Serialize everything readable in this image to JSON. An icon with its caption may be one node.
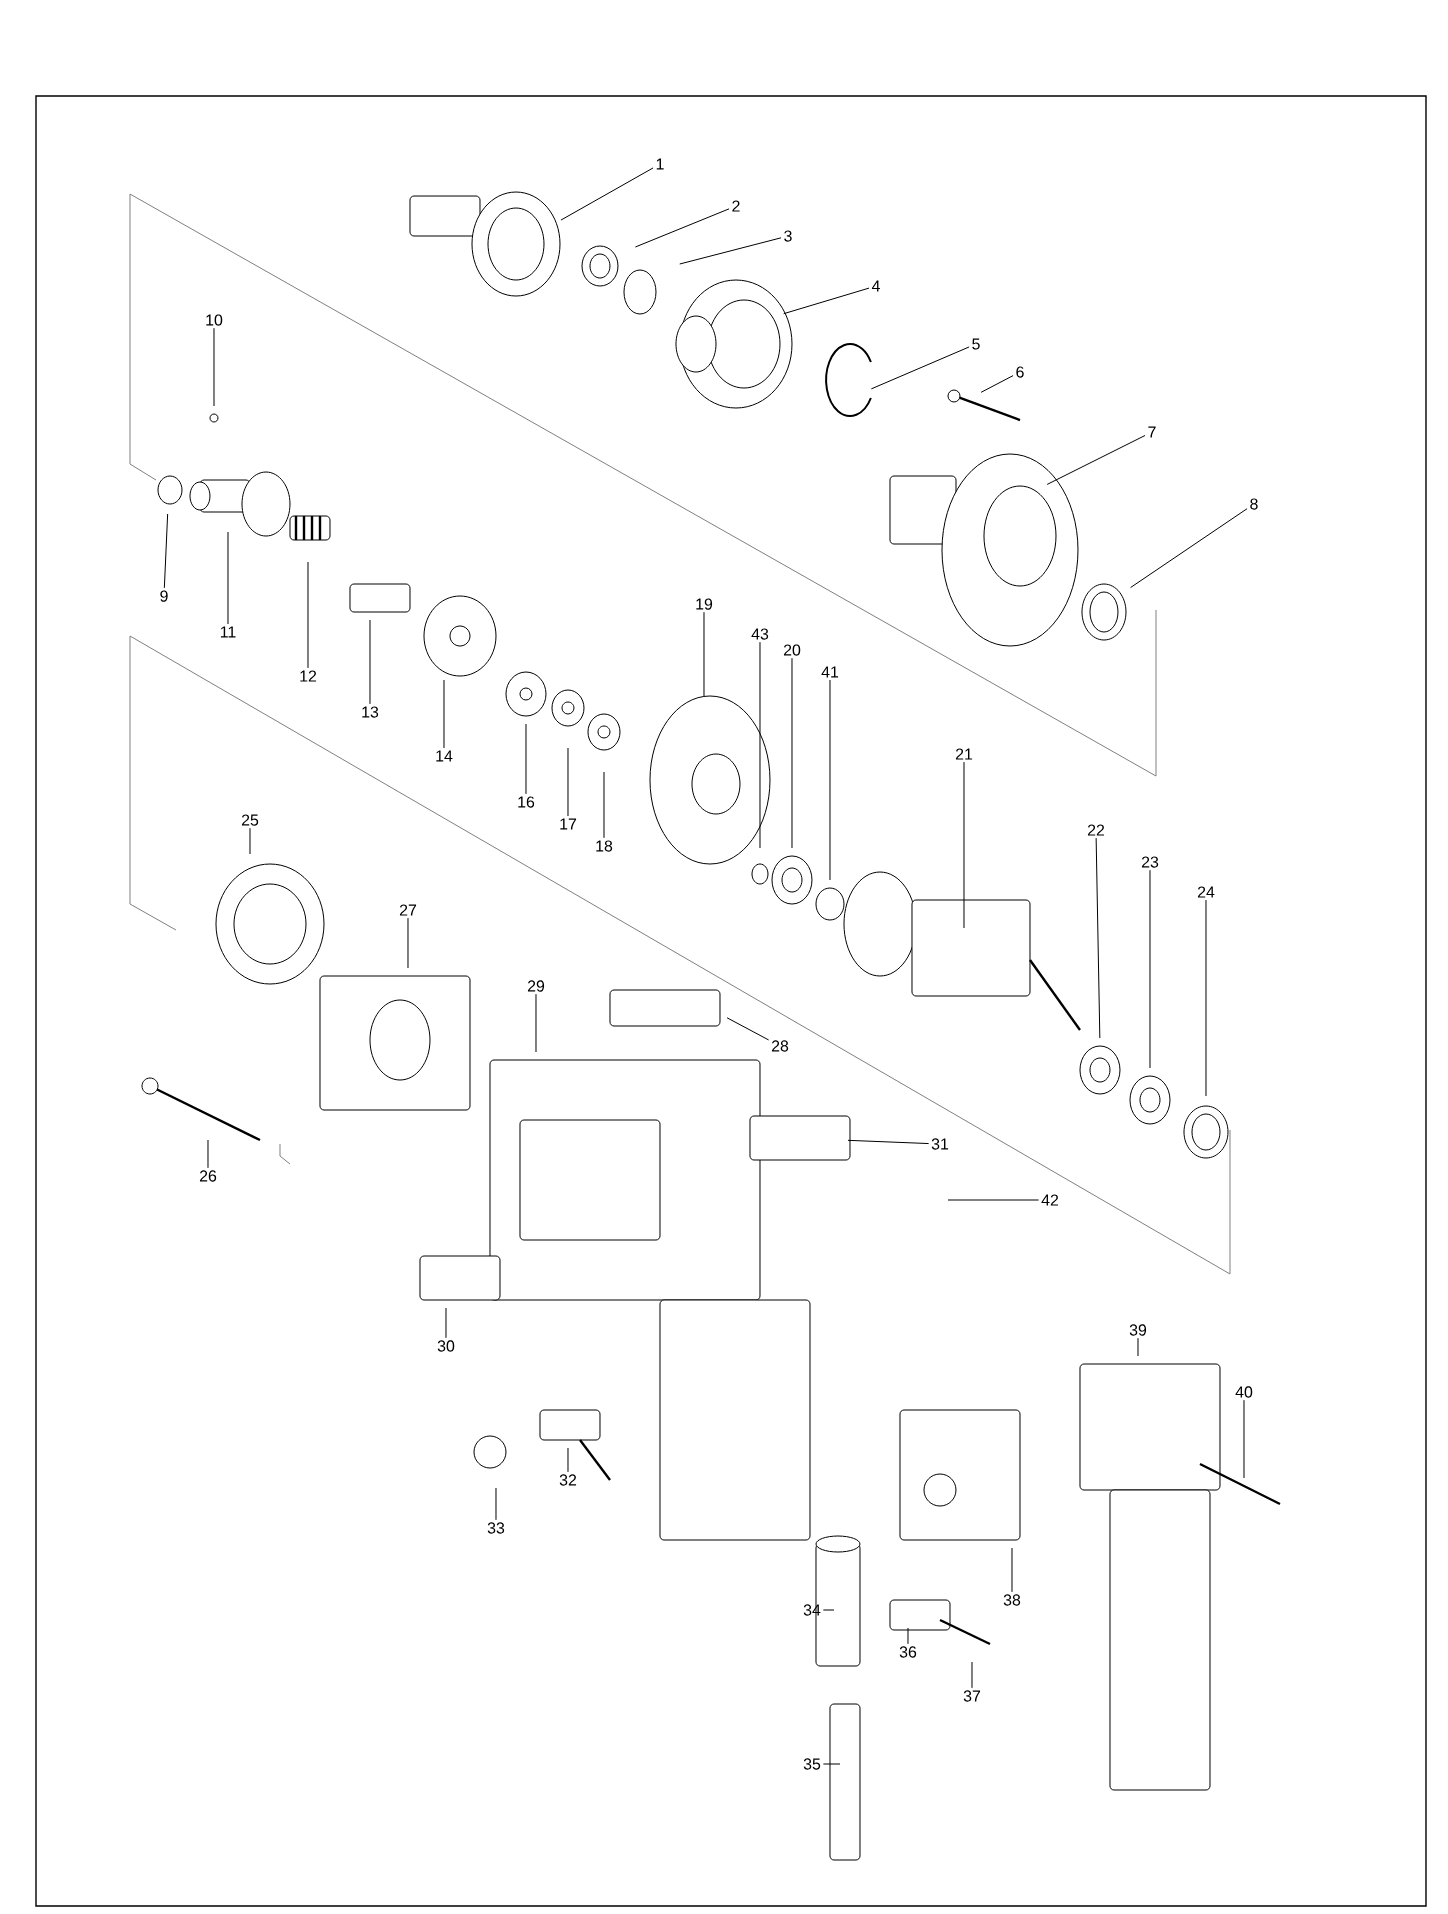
{
  "diagram": {
    "nodes": [
      {
        "text": [
          "1"
        ]
      },
      {
        "text": [
          "2"
        ]
      },
      {
        "text": [
          "3"
        ]
      },
      {
        "text": [
          "4"
        ]
      },
      {
        "text": [
          "5"
        ]
      },
      {
        "text": [
          "6"
        ]
      },
      {
        "text": [
          "7"
        ]
      },
      {
        "text": [
          "8"
        ]
      },
      {
        "text": [
          "9"
        ]
      },
      {
        "text": [
          "10"
        ]
      },
      {
        "text": [
          "11"
        ]
      },
      {
        "text": [
          "12"
        ]
      },
      {
        "text": [
          "13"
        ]
      },
      {
        "text": [
          "14"
        ]
      },
      {
        "text": [
          "16"
        ]
      },
      {
        "text": [
          "17"
        ]
      },
      {
        "text": [
          "18"
        ]
      },
      {
        "text": [
          "19"
        ]
      },
      {
        "text": [
          "20"
        ]
      },
      {
        "text": [
          "21"
        ]
      },
      {
        "text": [
          "22"
        ]
      },
      {
        "text": [
          "23"
        ]
      },
      {
        "text": [
          "24"
        ]
      },
      {
        "text": [
          "25"
        ]
      },
      {
        "text": [
          "26"
        ]
      },
      {
        "text": [
          "27"
        ]
      },
      {
        "text": [
          "28"
        ]
      },
      {
        "text": [
          "29"
        ]
      },
      {
        "text": [
          "30"
        ]
      },
      {
        "text": [
          "31"
        ]
      },
      {
        "text": [
          "32"
        ]
      },
      {
        "text": [
          "33"
        ]
      },
      {
        "text": [
          "34"
        ]
      },
      {
        "text": [
          "35"
        ]
      },
      {
        "text": [
          "36"
        ]
      },
      {
        "text": [
          "37"
        ]
      },
      {
        "text": [
          "38"
        ]
      },
      {
        "text": [
          "39"
        ]
      },
      {
        "text": [
          "40"
        ]
      },
      {
        "text": [
          "41"
        ]
      },
      {
        "text": [
          "42"
        ]
      },
      {
        "text": [
          "43"
        ]
      }
    ],
    "edges": [
      {
        "from": 0,
        "to": null,
        "arrow": "none"
      },
      {
        "from": 1,
        "to": null,
        "arrow": "none"
      },
      {
        "from": 2,
        "to": null,
        "arrow": "none"
      },
      {
        "from": 3,
        "to": null,
        "arrow": "none"
      },
      {
        "from": 4,
        "to": null,
        "arrow": "none"
      },
      {
        "from": 5,
        "to": null,
        "arrow": "none"
      },
      {
        "from": 6,
        "to": null,
        "arrow": "none"
      },
      {
        "from": 7,
        "to": null,
        "arrow": "none"
      },
      {
        "from": 8,
        "to": null,
        "arrow": "none"
      },
      {
        "from": 9,
        "to": null,
        "arrow": "none"
      },
      {
        "from": 10,
        "to": null,
        "arrow": "none"
      },
      {
        "from": 11,
        "to": null,
        "arrow": "none"
      },
      {
        "from": 12,
        "to": null,
        "arrow": "none"
      },
      {
        "from": 13,
        "to": null,
        "arrow": "none"
      },
      {
        "from": 14,
        "to": null,
        "arrow": "none"
      },
      {
        "from": 15,
        "to": null,
        "arrow": "none"
      },
      {
        "from": 16,
        "to": null,
        "arrow": "none"
      },
      {
        "from": 17,
        "to": null,
        "arrow": "none"
      },
      {
        "from": 18,
        "to": null,
        "arrow": "none"
      },
      {
        "from": 19,
        "to": null,
        "arrow": "none"
      },
      {
        "from": 20,
        "to": null,
        "arrow": "none"
      },
      {
        "from": 21,
        "to": null,
        "arrow": "none"
      },
      {
        "from": 22,
        "to": null,
        "arrow": "none"
      },
      {
        "from": 23,
        "to": null,
        "arrow": "none"
      },
      {
        "from": 24,
        "to": null,
        "arrow": "none"
      },
      {
        "from": 25,
        "to": null,
        "arrow": "none"
      },
      {
        "from": 26,
        "to": null,
        "arrow": "none"
      },
      {
        "from": 27,
        "to": null,
        "arrow": "none"
      },
      {
        "from": 28,
        "to": null,
        "arrow": "none"
      },
      {
        "from": 29,
        "to": null,
        "arrow": "none"
      },
      {
        "from": 30,
        "to": null,
        "arrow": "none"
      },
      {
        "from": 31,
        "to": null,
        "arrow": "none"
      },
      {
        "from": 32,
        "to": null,
        "arrow": "none"
      },
      {
        "from": 33,
        "to": null,
        "arrow": "none"
      },
      {
        "from": 34,
        "to": null,
        "arrow": "none"
      },
      {
        "from": 35,
        "to": null,
        "arrow": "none"
      },
      {
        "from": 36,
        "to": null,
        "arrow": "none"
      },
      {
        "from": 37,
        "to": null,
        "arrow": "none"
      },
      {
        "from": 38,
        "to": null,
        "arrow": "none"
      },
      {
        "from": 39,
        "to": null,
        "arrow": "none"
      },
      {
        "from": 40,
        "to": null,
        "arrow": "none"
      },
      {
        "from": 41,
        "to": null,
        "arrow": "none"
      }
    ]
  }
}
